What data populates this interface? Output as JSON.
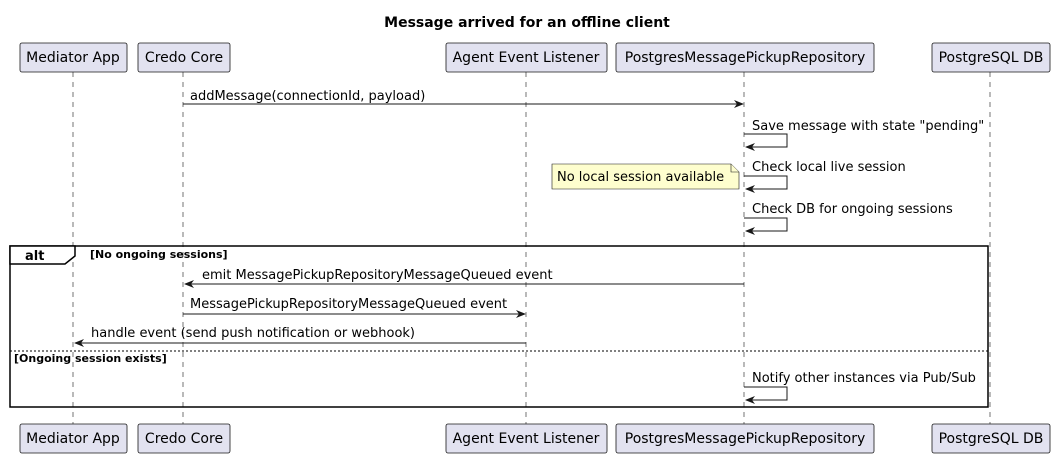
{
  "title": "Message arrived for an offline client",
  "participants": [
    {
      "id": "mediator",
      "label": "Mediator App"
    },
    {
      "id": "core",
      "label": "Credo Core"
    },
    {
      "id": "listener",
      "label": "Agent Event Listener"
    },
    {
      "id": "repo",
      "label": "PostgresMessagePickupRepository"
    },
    {
      "id": "db",
      "label": "PostgreSQL DB"
    }
  ],
  "messages": [
    {
      "from": "core",
      "to": "repo",
      "label": "addMessage(connectionId, payload)"
    },
    {
      "from": "repo",
      "to": "repo",
      "label": "Save message with state \"pending\""
    },
    {
      "from": "repo",
      "to": "repo",
      "label": "Check local live session"
    },
    {
      "from": "repo",
      "to": "repo",
      "label": "Check DB for ongoing sessions"
    },
    {
      "from": "repo",
      "to": "core",
      "label": "emit MessagePickupRepositoryMessageQueued event"
    },
    {
      "from": "core",
      "to": "listener",
      "label": "MessagePickupRepositoryMessageQueued event"
    },
    {
      "from": "listener",
      "to": "mediator",
      "label": "handle event (send push notification or webhook)"
    },
    {
      "from": "repo",
      "to": "repo",
      "label": "Notify other instances via Pub/Sub"
    }
  ],
  "note": {
    "text": "No local session available"
  },
  "alt": {
    "keyword": "alt",
    "guard1": "[No ongoing sessions]",
    "guard2": "[Ongoing session exists]"
  }
}
